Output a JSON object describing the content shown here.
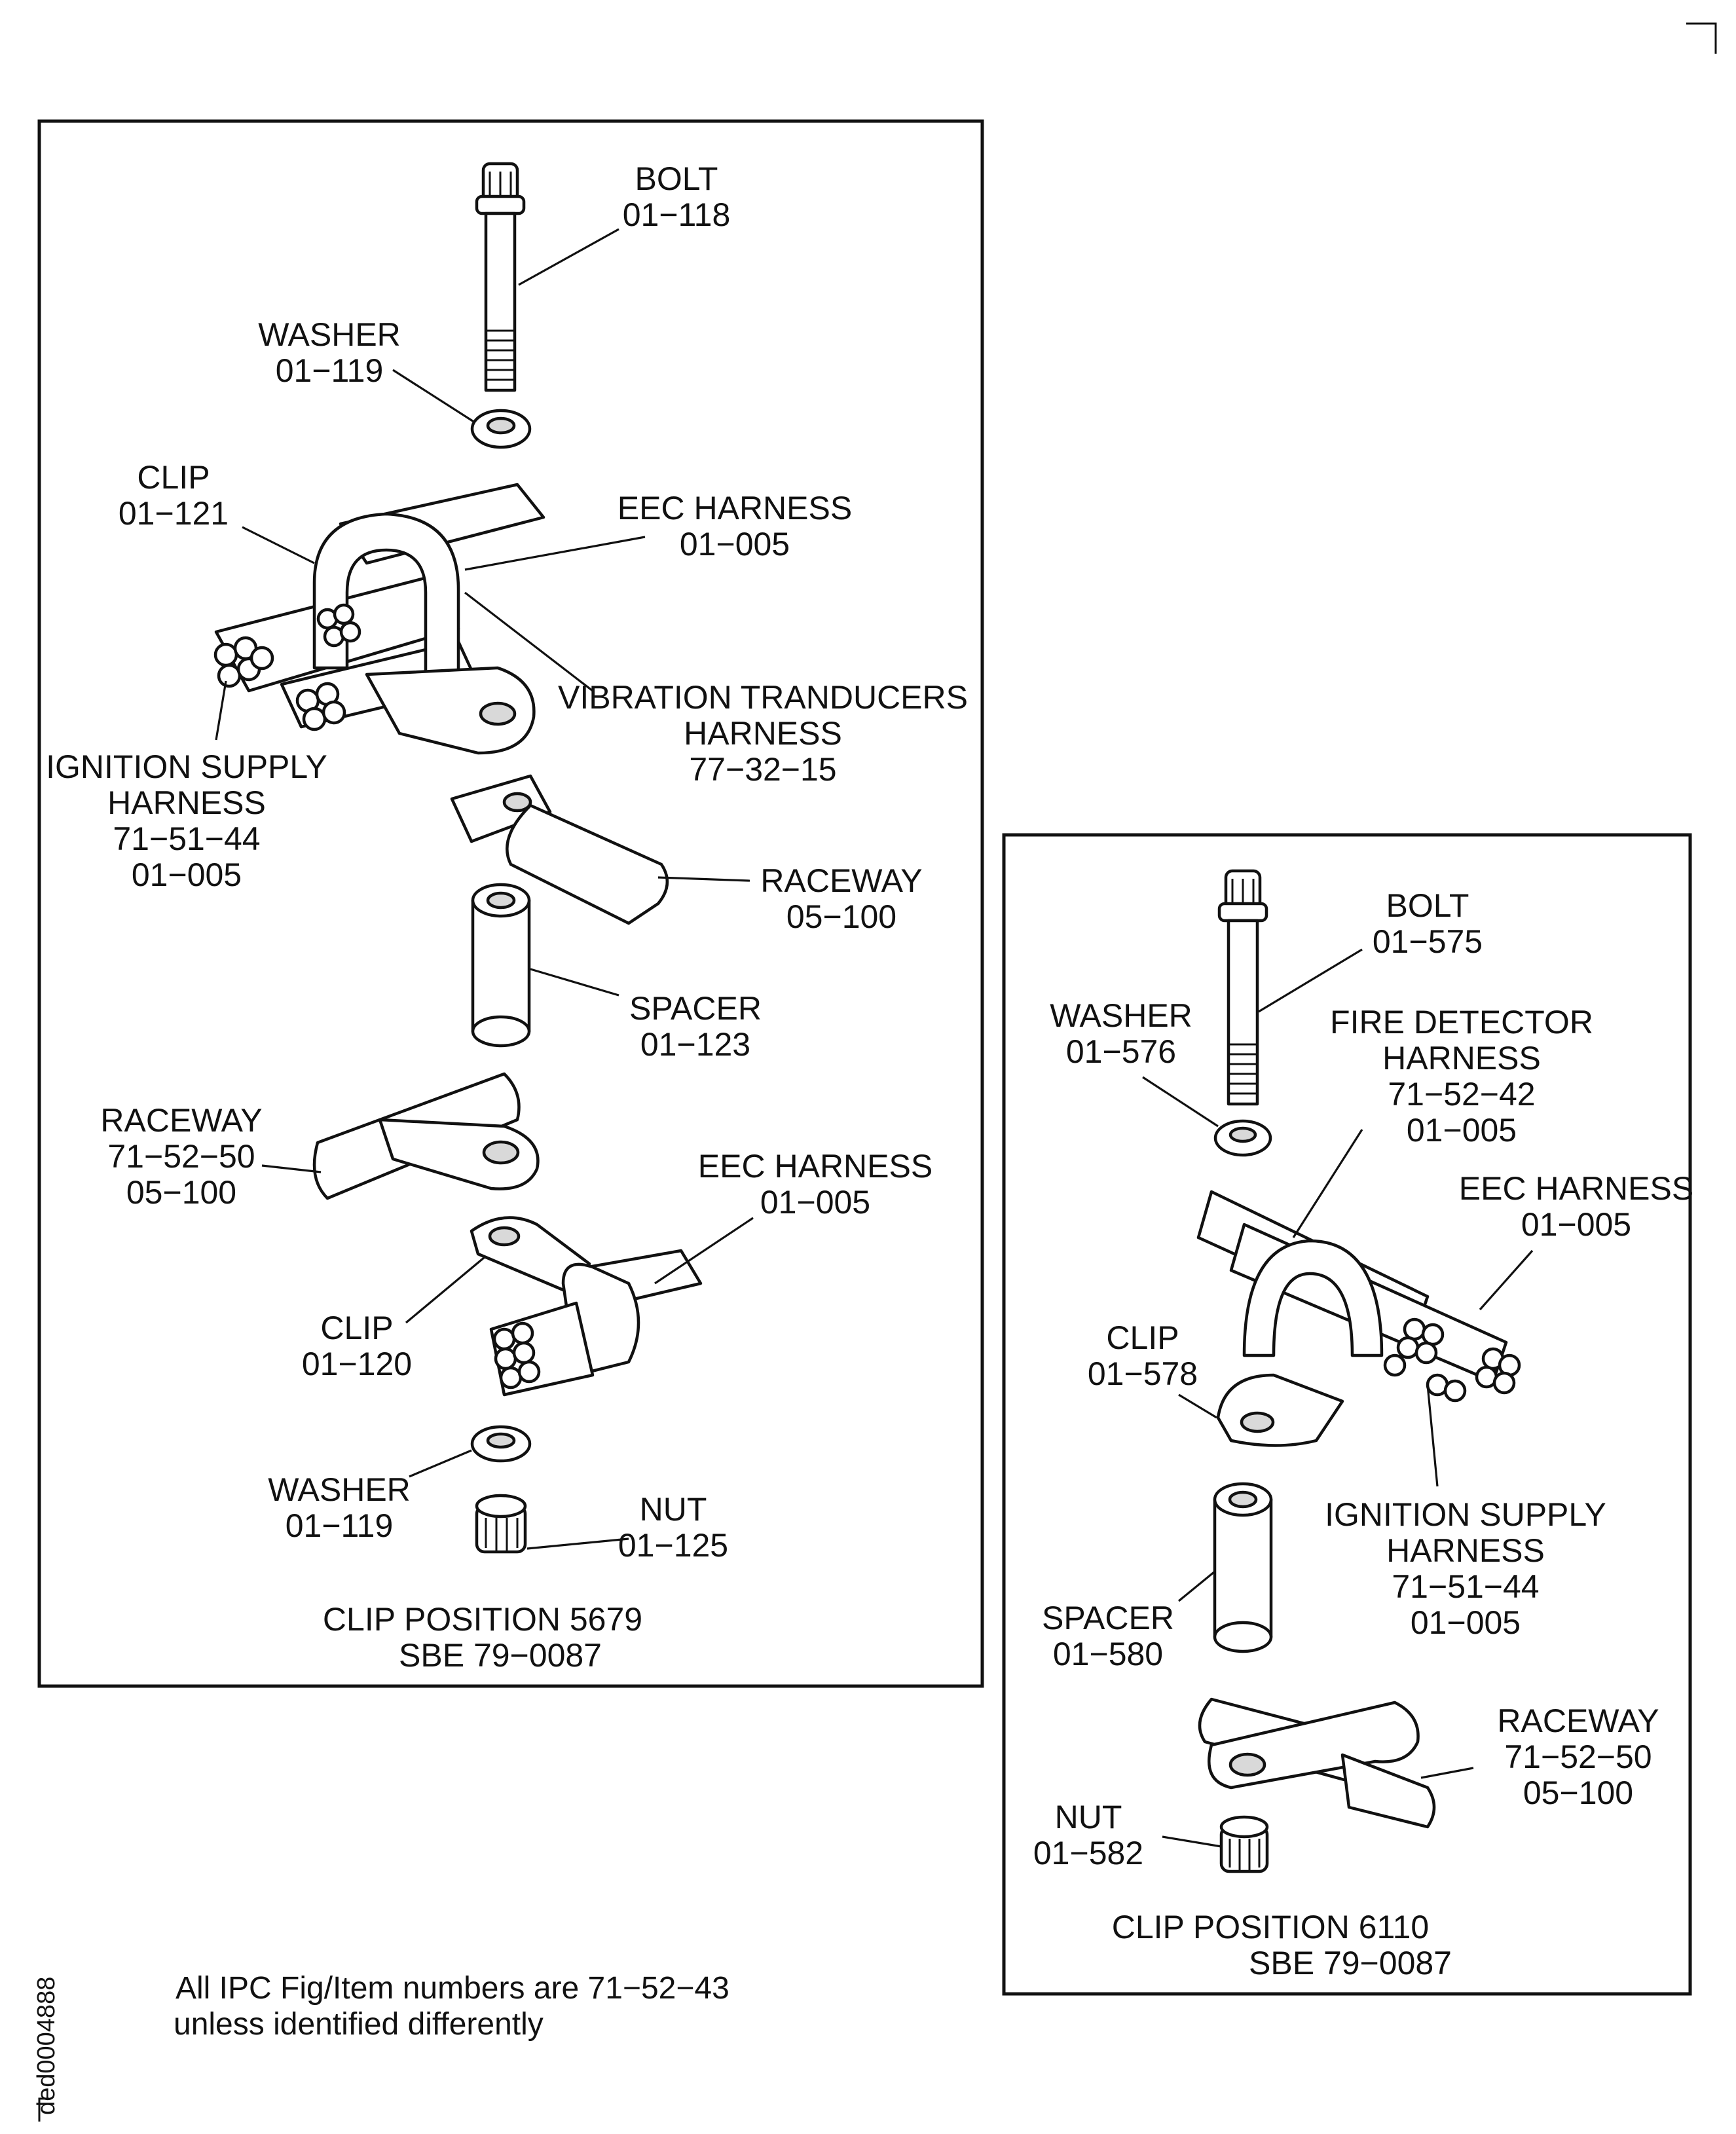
{
  "sheet_id": "ded0004888",
  "note": {
    "line1": "All IPC Fig/Item numbers are 71−52−43",
    "line2": "unless identified differently"
  },
  "left_panel": {
    "caption1": "CLIP POSITION 5679",
    "caption2": "SBE 79−0087",
    "labels": {
      "bolt": [
        "BOLT",
        "01−118"
      ],
      "washer_top": [
        "WASHER",
        "01−119"
      ],
      "clip_top": [
        "CLIP",
        "01−121"
      ],
      "eec_top": [
        "EEC HARNESS",
        "01−005"
      ],
      "vibration": [
        "VIBRATION TRANDUCERS",
        "HARNESS",
        "77−32−15"
      ],
      "ignition": [
        "IGNITION SUPPLY",
        "HARNESS",
        "71−51−44",
        "01−005"
      ],
      "raceway_upper": [
        "RACEWAY",
        "05−100"
      ],
      "spacer": [
        "SPACER",
        "01−123"
      ],
      "raceway_lower": [
        "RACEWAY",
        "71−52−50",
        "05−100"
      ],
      "eec_lower": [
        "EEC HARNESS",
        "01−005"
      ],
      "clip_lower": [
        "CLIP",
        "01−120"
      ],
      "washer_bottom": [
        "WASHER",
        "01−119"
      ],
      "nut": [
        "NUT",
        "01−125"
      ]
    }
  },
  "right_panel": {
    "caption1": "CLIP POSITION 6110",
    "caption2": "SBE 79−0087",
    "labels": {
      "bolt": [
        "BOLT",
        "01−575"
      ],
      "washer": [
        "WASHER",
        "01−576"
      ],
      "fire_detector": [
        "FIRE DETECTOR",
        "HARNESS",
        "71−52−42",
        "01−005"
      ],
      "eec": [
        "EEC HARNESS",
        "01−005"
      ],
      "clip": [
        "CLIP",
        "01−578"
      ],
      "ignition": [
        "IGNITION SUPPLY",
        "HARNESS",
        "71−51−44",
        "01−005"
      ],
      "spacer": [
        "SPACER",
        "01−580"
      ],
      "raceway": [
        "RACEWAY",
        "71−52−50",
        "05−100"
      ],
      "nut": [
        "NUT",
        "01−582"
      ]
    }
  }
}
